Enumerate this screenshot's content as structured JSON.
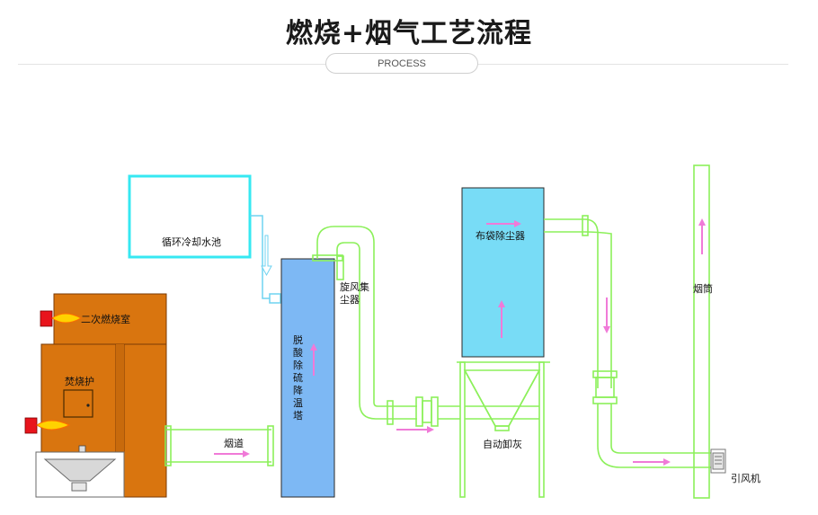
{
  "header": {
    "title": "燃烧+烟气工艺流程",
    "subtitle": "PROCESS"
  },
  "labels": {
    "cooling_pool": "循环冷却水池",
    "secondary_chamber": "二次燃烧室",
    "incinerator": "焚烧护",
    "flue": "烟道",
    "tower_chars": [
      "脱",
      "酸",
      "除",
      "硫",
      "降",
      "温",
      "塔"
    ],
    "cyclone_line1": "旋风集",
    "cyclone_line2": "尘器",
    "bag_filter": "布袋除尘器",
    "ash_unload": "自动卸灰",
    "chimney": "烟筒",
    "fan": "引风机"
  },
  "colors": {
    "furnace": "#d9750f",
    "tower": "#7db8f4",
    "bag": "#78dcf6",
    "pipe": "#8cf05a",
    "cyan_frame": "#36e8f2",
    "flow_arrow": "#f07ad8",
    "burner": "#e8141c",
    "flame": "#ffd200"
  },
  "icons": [
    "burner-icon",
    "flame-icon",
    "flow-arrow-icon"
  ]
}
